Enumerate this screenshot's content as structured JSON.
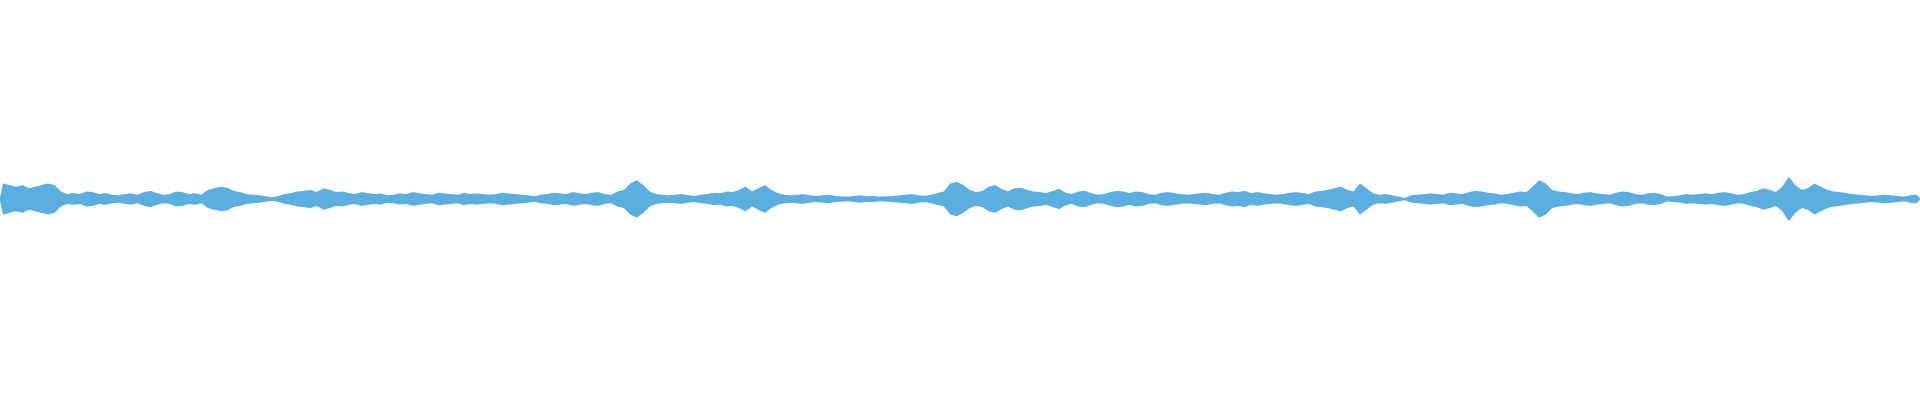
{
  "waveform": {
    "color": "#5aaee0",
    "background": "#ffffff",
    "amplitude_scale": 1.0,
    "peaks": [
      0.45,
      0.4,
      0.35,
      0.4,
      0.3,
      0.35,
      0.4,
      0.45,
      0.4,
      0.2,
      0.12,
      0.15,
      0.12,
      0.2,
      0.18,
      0.12,
      0.15,
      0.1,
      0.08,
      0.12,
      0.14,
      0.1,
      0.18,
      0.22,
      0.15,
      0.1,
      0.12,
      0.2,
      0.18,
      0.12,
      0.15,
      0.1,
      0.25,
      0.3,
      0.35,
      0.32,
      0.22,
      0.18,
      0.12,
      0.1,
      0.08,
      0.05,
      0.02,
      0.06,
      0.12,
      0.15,
      0.2,
      0.22,
      0.25,
      0.18,
      0.3,
      0.25,
      0.18,
      0.2,
      0.15,
      0.12,
      0.18,
      0.15,
      0.12,
      0.14,
      0.08,
      0.1,
      0.14,
      0.12,
      0.18,
      0.15,
      0.12,
      0.1,
      0.16,
      0.14,
      0.12,
      0.1,
      0.16,
      0.12,
      0.14,
      0.12,
      0.1,
      0.12,
      0.16,
      0.14,
      0.12,
      0.1,
      0.08,
      0.05,
      0.1,
      0.12,
      0.16,
      0.14,
      0.12,
      0.18,
      0.15,
      0.12,
      0.16,
      0.18,
      0.12,
      0.1,
      0.2,
      0.25,
      0.45,
      0.55,
      0.4,
      0.2,
      0.12,
      0.1,
      0.08,
      0.1,
      0.12,
      0.08,
      0.06,
      0.1,
      0.12,
      0.16,
      0.14,
      0.2,
      0.18,
      0.25,
      0.35,
      0.2,
      0.3,
      0.4,
      0.25,
      0.15,
      0.1,
      0.08,
      0.1,
      0.12,
      0.08,
      0.06,
      0.08,
      0.1,
      0.06,
      0.05,
      0.04,
      0.06,
      0.08,
      0.05,
      0.06,
      0.04,
      0.05,
      0.06,
      0.08,
      0.1,
      0.12,
      0.08,
      0.06,
      0.1,
      0.15,
      0.2,
      0.45,
      0.5,
      0.4,
      0.25,
      0.18,
      0.22,
      0.35,
      0.4,
      0.28,
      0.2,
      0.3,
      0.32,
      0.25,
      0.2,
      0.18,
      0.15,
      0.22,
      0.28,
      0.16,
      0.12,
      0.2,
      0.22,
      0.15,
      0.1,
      0.12,
      0.18,
      0.22,
      0.2,
      0.15,
      0.2,
      0.18,
      0.12,
      0.1,
      0.16,
      0.18,
      0.15,
      0.12,
      0.1,
      0.12,
      0.14,
      0.16,
      0.12,
      0.1,
      0.16,
      0.2,
      0.18,
      0.22,
      0.15,
      0.18,
      0.14,
      0.12,
      0.1,
      0.12,
      0.16,
      0.18,
      0.15,
      0.12,
      0.2,
      0.22,
      0.25,
      0.3,
      0.35,
      0.25,
      0.2,
      0.45,
      0.3,
      0.15,
      0.1,
      0.12,
      0.08,
      0.04,
      0.0,
      0.08,
      0.1,
      0.12,
      0.14,
      0.12,
      0.1,
      0.16,
      0.14,
      0.12,
      0.18,
      0.22,
      0.2,
      0.16,
      0.14,
      0.1,
      0.12,
      0.16,
      0.2,
      0.18,
      0.35,
      0.55,
      0.45,
      0.25,
      0.2,
      0.18,
      0.15,
      0.12,
      0.16,
      0.18,
      0.14,
      0.12,
      0.1,
      0.16,
      0.2,
      0.18,
      0.12,
      0.1,
      0.14,
      0.16,
      0.12,
      0.04,
      0.06,
      0.08,
      0.12,
      0.1,
      0.12,
      0.14,
      0.12,
      0.16,
      0.18,
      0.14,
      0.1,
      0.12,
      0.18,
      0.22,
      0.3,
      0.25,
      0.18,
      0.35,
      0.65,
      0.4,
      0.25,
      0.3,
      0.45,
      0.35,
      0.25,
      0.2,
      0.18,
      0.15,
      0.12,
      0.1,
      0.08,
      0.06,
      0.08,
      0.1,
      0.08,
      0.06,
      0.04,
      0.08,
      0.1
    ]
  }
}
